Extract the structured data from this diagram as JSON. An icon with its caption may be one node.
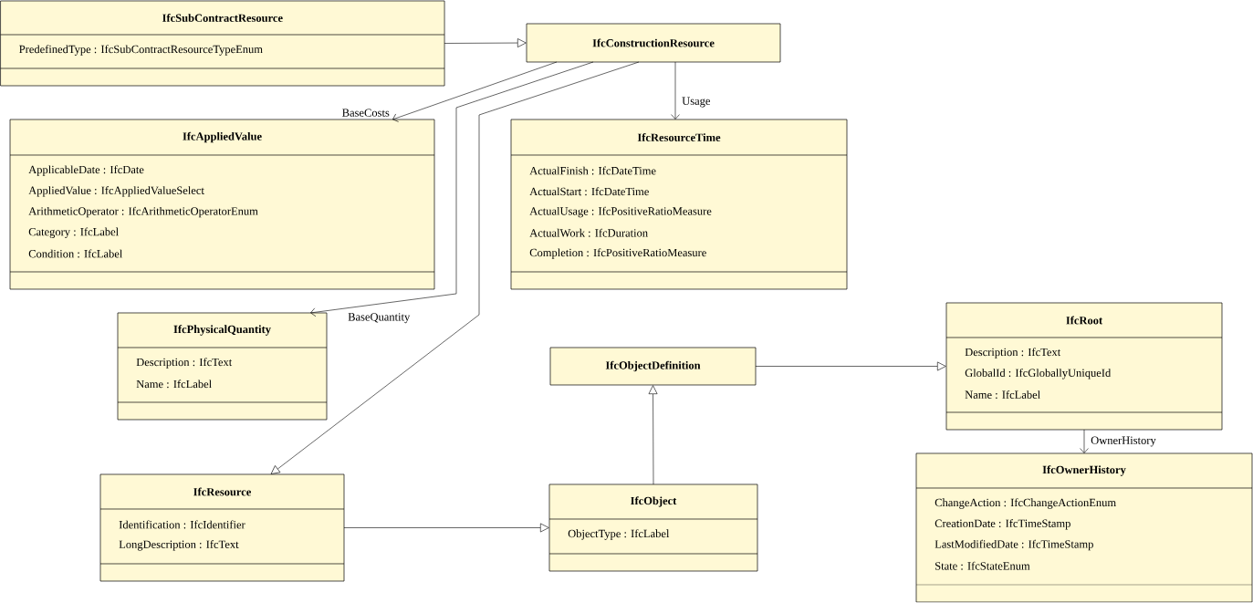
{
  "diagram": {
    "nodes": [
      {
        "text": [
          "IfcSubContractResource",
          "PredefinedType : IfcSubContractResourceTypeEnum"
        ]
      },
      {
        "text": [
          "IfcConstructionResource"
        ]
      },
      {
        "text": [
          "IfcAppliedValue",
          "ApplicableDate : IfcDate",
          "AppliedValue : IfcAppliedValueSelect",
          "ArithmeticOperator : IfcArithmeticOperatorEnum",
          "Category : IfcLabel",
          "Condition : IfcLabel"
        ]
      },
      {
        "text": [
          "IfcResourceTime",
          "ActualFinish : IfcDateTime",
          "ActualStart : IfcDateTime",
          "ActualUsage : IfcPositiveRatioMeasure",
          "ActualWork : IfcDuration",
          "Completion : IfcPositiveRatioMeasure"
        ]
      },
      {
        "text": [
          "IfcRoot",
          "Description : IfcText",
          "GlobalId : IfcGloballyUniqueId",
          "Name : IfcLabel"
        ]
      },
      {
        "text": [
          "IfcPhysicalQuantity",
          "Description : IfcText",
          "Name : IfcLabel"
        ]
      },
      {
        "text": [
          "IfcObjectDefinition"
        ]
      },
      {
        "text": [
          "IfcOwnerHistory",
          "ChangeAction : IfcChangeActionEnum",
          "CreationDate : IfcTimeStamp",
          "LastModifiedDate : IfcTimeStamp",
          "State : IfcStateEnum"
        ]
      },
      {
        "text": [
          "IfcResource",
          "Identification : IfcIdentifier",
          "LongDescription : IfcText"
        ]
      },
      {
        "text": [
          "IfcObject",
          "ObjectType : IfcLabel"
        ]
      }
    ],
    "edges": [
      {
        "from": 0,
        "to": 1,
        "arrow": "to"
      },
      {
        "from": 1,
        "to": 2,
        "arrow": "to",
        "label": "BaseCosts"
      },
      {
        "from": 1,
        "to": 5,
        "arrow": "to",
        "label": "BaseQuantity"
      },
      {
        "from": 1,
        "to": 3,
        "arrow": "to",
        "label": "Usage"
      },
      {
        "from": 1,
        "to": 8,
        "arrow": "to"
      },
      {
        "from": 8,
        "to": 9,
        "arrow": "to"
      },
      {
        "from": 9,
        "to": 6,
        "arrow": "to"
      },
      {
        "from": 6,
        "to": 4,
        "arrow": "to"
      },
      {
        "from": 4,
        "to": 7,
        "arrow": "to",
        "label": "OwnerHistory"
      }
    ]
  }
}
